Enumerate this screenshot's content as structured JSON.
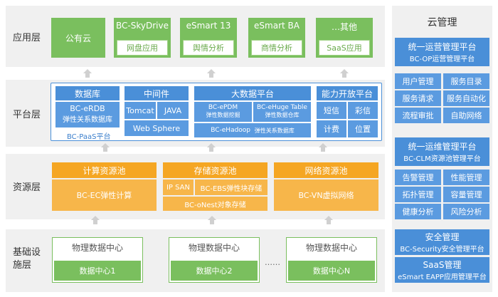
{
  "layers": {
    "app": "应用层",
    "platform": "平台层",
    "resource": "资源层",
    "base": "基础设施层"
  },
  "app": [
    {
      "title": "公有云",
      "sub": ""
    },
    {
      "title": "BC-SkyDrive",
      "sub": "网盘应用"
    },
    {
      "title": "eSmart 13",
      "sub": "舆情分析"
    },
    {
      "title": "eSmart BA",
      "sub": "商情分析"
    },
    {
      "title": "…其他",
      "sub": "SaaS应用"
    }
  ],
  "platform": {
    "db_title": "数据库",
    "db_line1": "BC-eRDB",
    "db_line2": "弹性关系数据库",
    "paas_label": "BC-PaaS平台",
    "mw_title": "中间件",
    "mw_tomcat": "Tomcat",
    "mw_java": "JAVA",
    "mw_websphere": "Web Sphere",
    "bd_title": "大数据平台",
    "bd_epdm": "BC-ePDM",
    "bd_epdm_sub": "弹性数据挖掘",
    "bd_ehuge": "BC-eHuge Table",
    "bd_ehuge_sub": "弹性数据仓库",
    "bd_ehadoop": "BC-eHadoop",
    "bd_ehadoop_sub": "弹性关系数据库",
    "cap_title": "能力开放平台",
    "cap_sms": "短信",
    "cap_mms": "彩信",
    "cap_billing": "计费",
    "cap_location": "位置"
  },
  "resource": {
    "compute_title": "计算资源池",
    "compute_sub": "BC-EC弹性计算",
    "storage_title": "存储资源池",
    "storage_ipsan": "IP SAN",
    "storage_ebs": "BC-EBS弹性块存储",
    "storage_onest": "BC-oNest对象存储",
    "network_title": "网络资源池",
    "network_sub": "BC-VN虚拟网络"
  },
  "base": {
    "dc_title": "物理数据中心",
    "dc1": "数据中心1",
    "dc2": "数据中心2",
    "dcn": "数据中心N",
    "dots": "……"
  },
  "cloud": {
    "title": "云管理",
    "op_title": "统一运营管理平台",
    "op_sub": "BC-OP运营管理平台",
    "op_items": [
      "用户管理",
      "服务目录",
      "服务请求",
      "服务自动化",
      "流程审批",
      "自助网络"
    ],
    "clm_title": "统一运维管理平台",
    "clm_sub": "BC-CLM资源池管理平台",
    "clm_items": [
      "告警管理",
      "性能管理",
      "拓扑管理",
      "容量管理",
      "健康分析",
      "风险分析"
    ],
    "sec_title": "安全管理",
    "sec_sub": "BC-Security安全管理平台",
    "saas_title": "SaaS管理",
    "saas_sub": "eSmart EAPP应用管理平台"
  }
}
